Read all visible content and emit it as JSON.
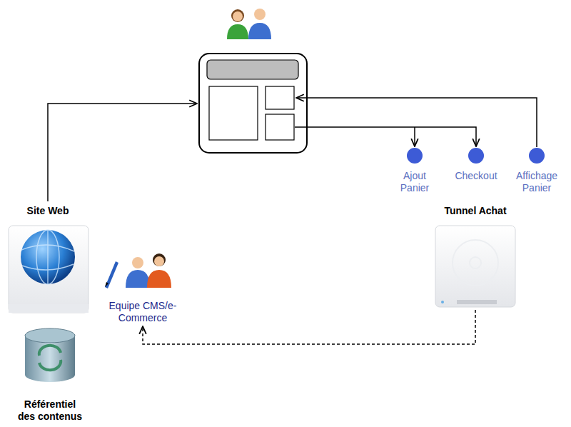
{
  "diagram": {
    "nodes": [
      {
        "text": [
          "Site Web"
        ]
      },
      {
        "text": [
          "Tunnel Achat"
        ]
      },
      {
        "text": [
          "Equipe CMS/e-Commerce"
        ]
      },
      {
        "text": [
          "Référentiel des contenus"
        ]
      },
      {
        "text": [
          "Ajout Panier"
        ]
      },
      {
        "text": [
          "Checkout"
        ]
      },
      {
        "text": [
          "Affichage Panier"
        ]
      }
    ],
    "edges": [
      {
        "from": 1,
        "to": 2,
        "arrow": "to"
      }
    ]
  }
}
